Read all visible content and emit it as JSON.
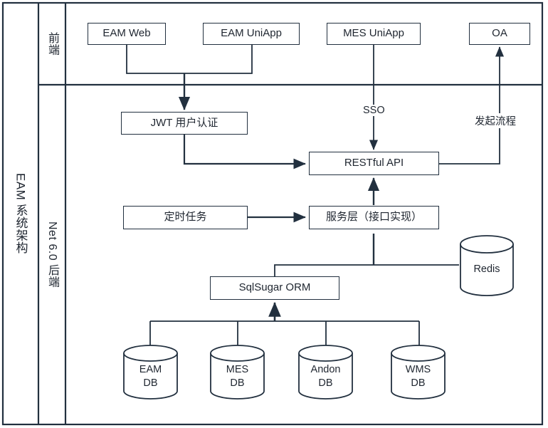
{
  "diagram": {
    "title_vertical": "EAM 系统架构",
    "swimlanes": [
      {
        "id": "frontend",
        "label": "前端"
      },
      {
        "id": "backend",
        "label": "Net 6.0 后端"
      }
    ],
    "frontend_nodes": [
      {
        "id": "eam-web",
        "label": "EAM Web"
      },
      {
        "id": "eam-uniapp",
        "label": "EAM UniApp"
      },
      {
        "id": "mes-uniapp",
        "label": "MES UniApp"
      },
      {
        "id": "oa",
        "label": "OA"
      }
    ],
    "backend_nodes": [
      {
        "id": "jwt-auth",
        "label": "JWT 用户认证"
      },
      {
        "id": "restful-api",
        "label": "RESTful API"
      },
      {
        "id": "scheduled-task",
        "label": "定时任务"
      },
      {
        "id": "service-layer",
        "label": "服务层（接口实现）"
      },
      {
        "id": "sqlsugar-orm",
        "label": "SqlSugar  ORM"
      }
    ],
    "cache_store": {
      "id": "redis",
      "label": "Redis"
    },
    "databases": [
      {
        "id": "eam-db",
        "line1": "EAM",
        "line2": "DB"
      },
      {
        "id": "mes-db",
        "line1": "MES",
        "line2": "DB"
      },
      {
        "id": "andon-db",
        "line1": "Andon",
        "line2": "DB"
      },
      {
        "id": "wms-db",
        "line1": "WMS",
        "line2": "DB"
      }
    ],
    "edge_labels": [
      {
        "id": "sso",
        "label": "SSO"
      },
      {
        "id": "initiate-process",
        "label": "发起流程"
      }
    ],
    "colors": {
      "stroke": "#22303f",
      "text": "#1f2630",
      "background": "#ffffff"
    }
  }
}
